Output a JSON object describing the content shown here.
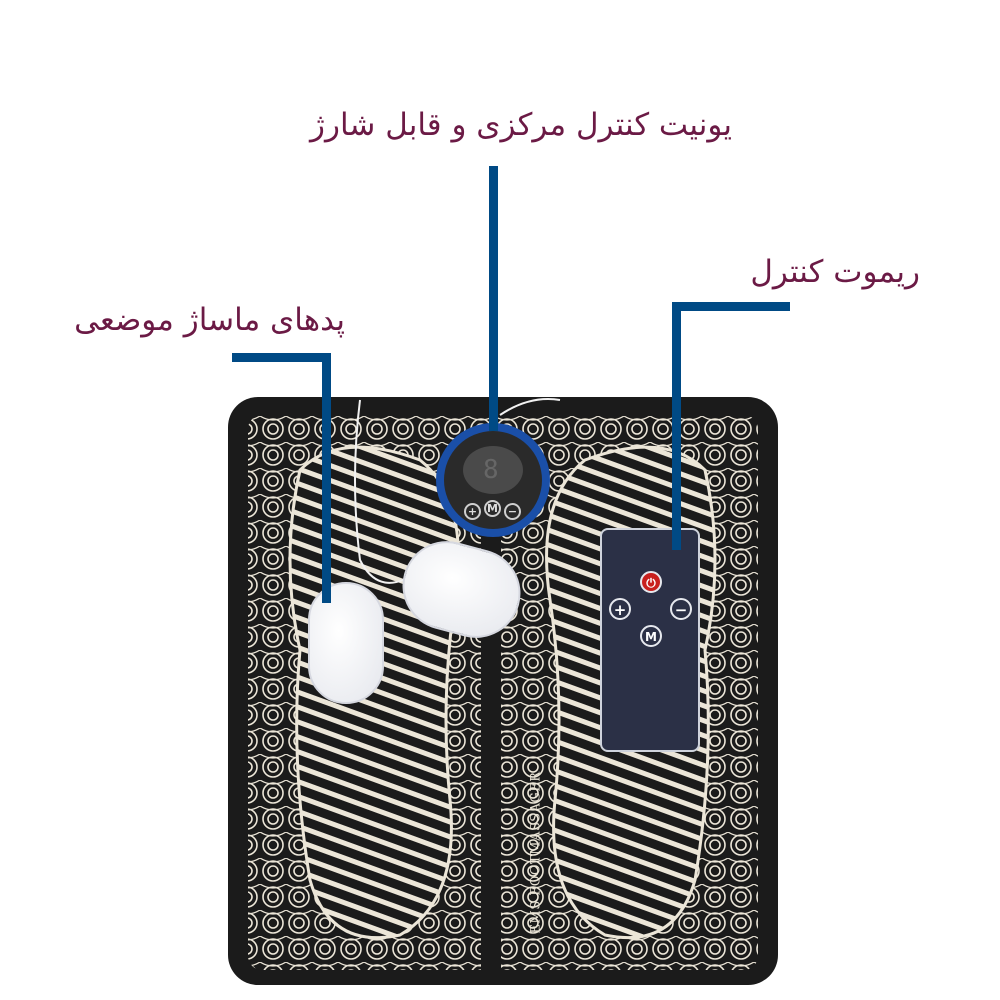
{
  "labels": {
    "central_unit": "یونیت کنترل مرکزی و قابل شارژ",
    "remote": "ریموت کنترل",
    "pads": "پدهای ماساژ موضعی"
  },
  "product": {
    "brand_text": "EMS FOOTMASSAGER",
    "unit_buttons": [
      "+",
      "M",
      "−"
    ],
    "unit_display": "8",
    "remote_buttons": {
      "power": "⏻",
      "plus": "+",
      "minus": "−",
      "mode": "M"
    }
  },
  "colors": {
    "label_text": "#6b1a45",
    "callout_line": "#004a85",
    "mat": "#1b1b1b",
    "pattern": "#ece6d8",
    "unit_ring": "#1a4fa8",
    "remote_body": "#2b3046",
    "power_button": "#c8201e"
  }
}
